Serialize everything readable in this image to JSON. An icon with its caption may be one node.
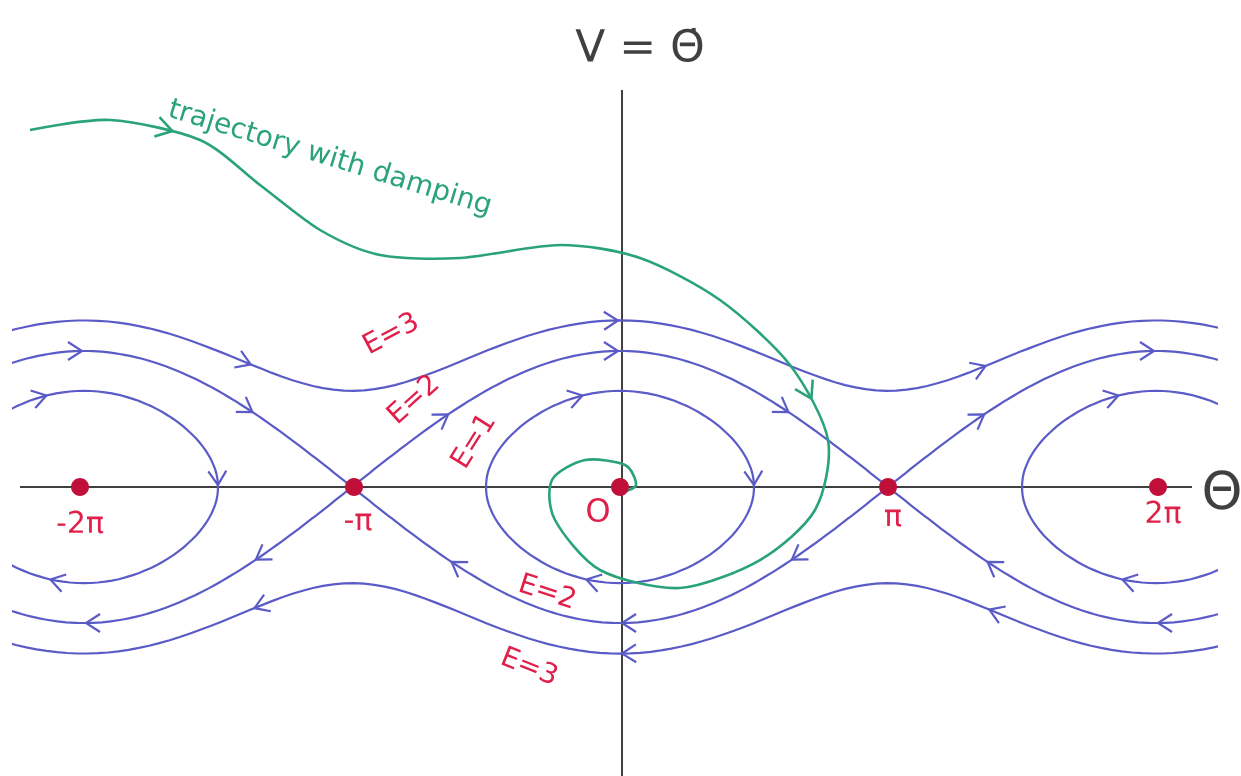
{
  "diagram": {
    "labels": [
      "V = Θ̇",
      "trajectory with damping",
      "E=3",
      "E=2",
      "Θ",
      "E=1",
      "-2π",
      "-π",
      "O",
      "π",
      "2π",
      "E=2",
      "E=3"
    ]
  }
}
